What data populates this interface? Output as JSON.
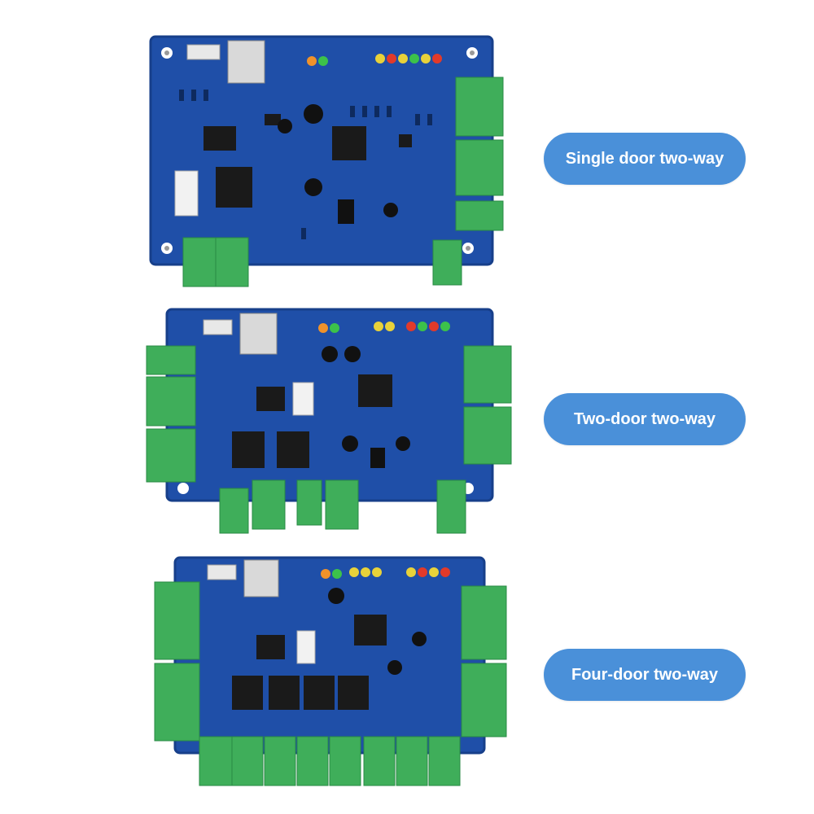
{
  "labels": {
    "single": "Single door two-way",
    "two": "Two-door two-way",
    "four": "Four-door two-way"
  },
  "colors": {
    "pill": "#4a90d9",
    "pcb": "#1f4fa8",
    "pcb_dark": "#173f8a",
    "terminal": "#3fae5a",
    "terminal_dark": "#2a8a44",
    "chip": "#1a1a1a",
    "led_green": "#3cc24a",
    "led_yellow": "#e8d23a",
    "led_red": "#e23a2a",
    "led_orange": "#f0922a"
  }
}
